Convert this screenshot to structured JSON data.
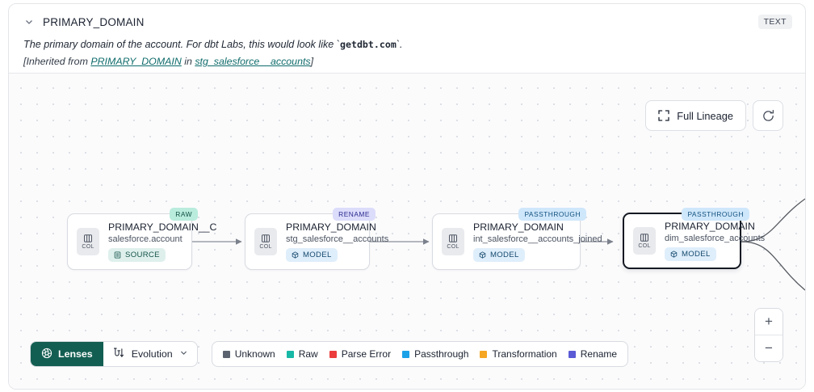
{
  "header": {
    "collapse_icon": "chevron-down-icon",
    "title": "PRIMARY_DOMAIN",
    "type_badge": "TEXT",
    "description_pre": "The primary domain of the account. For dbt Labs, this would look like `",
    "description_code": "getdbt.com",
    "description_post": "`.",
    "inherit_prefix": "[Inherited from ",
    "inherit_column": "PRIMARY_DOMAIN",
    "inherit_mid": " in ",
    "inherit_table": "stg_salesforce__accounts",
    "inherit_suffix": "]"
  },
  "toolbar": {
    "full_lineage_label": "Full Lineage",
    "full_lineage_icon": "expand-icon",
    "refresh_icon": "refresh-icon"
  },
  "graph": {
    "nodes": [
      {
        "tag": "RAW",
        "tag_class": "tag-raw",
        "column": "PRIMARY_DOMAIN__C",
        "table": "salesforce.account",
        "kind": "SOURCE",
        "kind_class": "kind-source",
        "icon_label": "COL",
        "selected": false
      },
      {
        "tag": "RENAME",
        "tag_class": "tag-rename",
        "column": "PRIMARY_DOMAIN",
        "table": "stg_salesforce__accounts",
        "kind": "MODEL",
        "kind_class": "kind-model",
        "icon_label": "COL",
        "selected": false
      },
      {
        "tag": "PASSTHROUGH",
        "tag_class": "tag-passthrough",
        "column": "PRIMARY_DOMAIN",
        "table": "int_salesforce__accounts_joined",
        "kind": "MODEL",
        "kind_class": "kind-model",
        "icon_label": "COL",
        "selected": false
      },
      {
        "tag": "PASSTHROUGH",
        "tag_class": "tag-passthrough",
        "column": "PRIMARY_DOMAIN",
        "table": "dim_salesforce_accounts",
        "kind": "MODEL",
        "kind_class": "kind-model",
        "icon_label": "COL",
        "selected": true
      }
    ]
  },
  "bottom": {
    "lenses_label": "Lenses",
    "lenses_icon": "aperture-icon",
    "evolution_label": "Evolution",
    "evolution_icon": "evolution-icon",
    "evolution_caret": "chevron-down-icon",
    "legend": [
      {
        "label": "Unknown",
        "color": "#5c6370"
      },
      {
        "label": "Raw",
        "color": "#17b8a6"
      },
      {
        "label": "Parse Error",
        "color": "#ec3d3d"
      },
      {
        "label": "Passthrough",
        "color": "#1ba1e8"
      },
      {
        "label": "Transformation",
        "color": "#f5a623"
      },
      {
        "label": "Rename",
        "color": "#5b5bd6"
      }
    ]
  },
  "zoom_controls": {
    "zoom_in_label": "+",
    "zoom_out_label": "−"
  }
}
